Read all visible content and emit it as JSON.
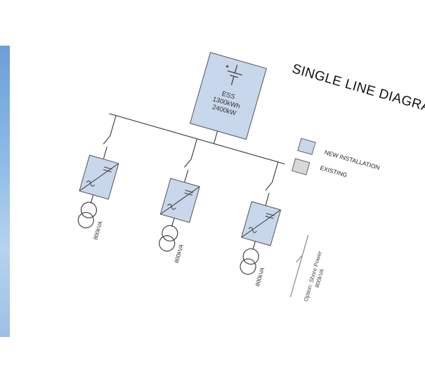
{
  "title": "SINGLE LINE DIAGRAM",
  "ess": {
    "label": "ESS",
    "energy": "1300kWh",
    "power": "2400kW"
  },
  "legend": {
    "new_label": "NEW INSTALLATION",
    "existing_label": "EXISTING",
    "new_color": "#c9d7ec",
    "existing_color": "#d8d8d8"
  },
  "feeders": [
    {
      "rating": "800kVA"
    },
    {
      "rating": "800kVA"
    },
    {
      "rating": "800kVA"
    }
  ],
  "shore_power": {
    "line1": "Option: Shore Power",
    "line2": "800kVA"
  }
}
